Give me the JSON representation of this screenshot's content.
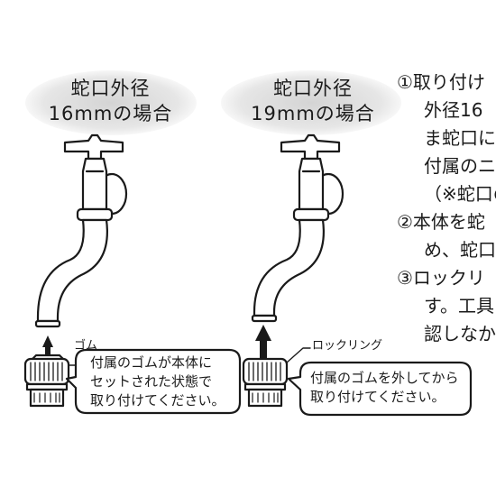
{
  "left": {
    "title_line1": "蛇口外径",
    "title_line2": "16mmの場合",
    "part_label": "ゴム",
    "note_line1": "付属のゴムが本体に",
    "note_line2": "セットされた状態で",
    "note_line3": "取り付けてください。"
  },
  "right": {
    "title_line1": "蛇口外径",
    "title_line2": "19mmの場合",
    "part_label": "ロックリング",
    "note_line1": "付属のゴムを外してから",
    "note_line2": "取り付けてください。"
  },
  "steps": {
    "l1": "①取り付け",
    "l2": "外径16",
    "l3": "ま蛇口に",
    "l4": "付属のニ",
    "l5": "（※蛇口の",
    "l6": "②本体を蛇",
    "l7": "め、蛇口",
    "l8": "③ロックリ",
    "l9": "す。工具",
    "l10": "認しなか"
  },
  "colors": {
    "ink": "#1a1a1a",
    "blob": "#dcdcdc",
    "paper": "#ffffff"
  },
  "icons": [
    "faucet-icon",
    "up-arrow-icon",
    "rubber-washer-icon",
    "connector-icon",
    "lock-ring-icon"
  ]
}
